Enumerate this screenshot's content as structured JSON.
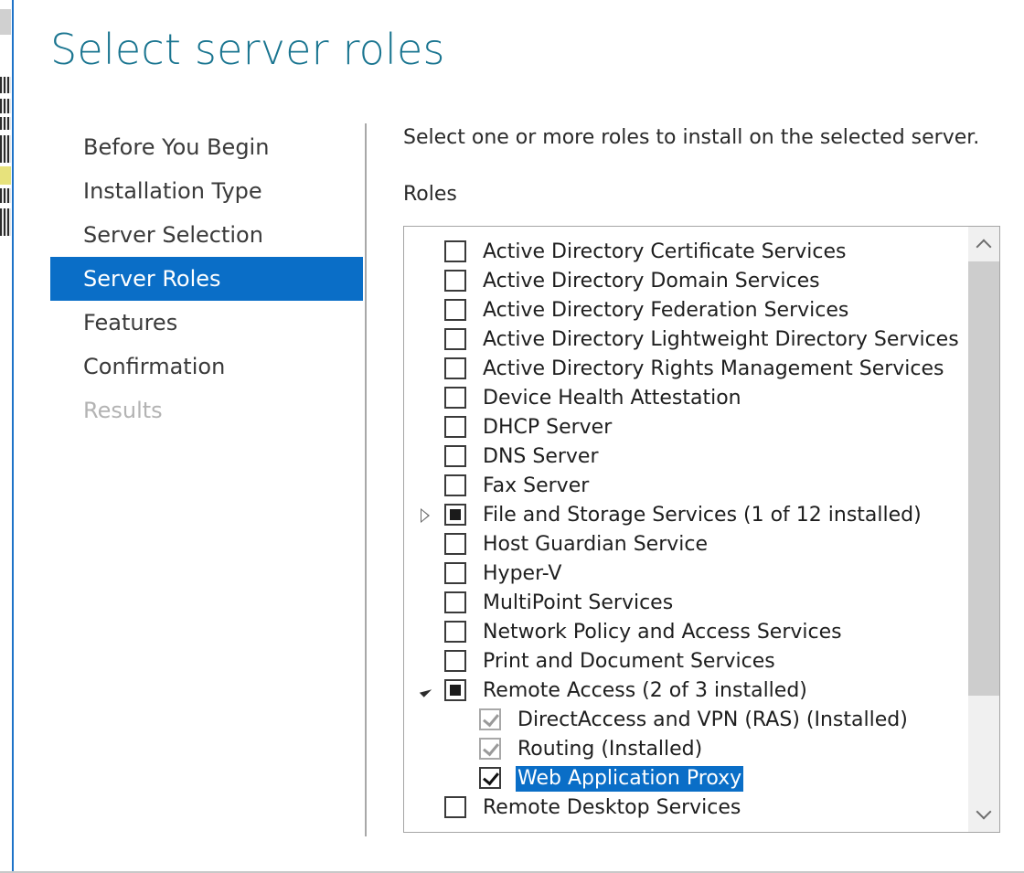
{
  "page": {
    "title": "Select server roles",
    "instruction": "Select one or more roles to install on the selected server.",
    "roles_heading": "Roles"
  },
  "nav": {
    "items": [
      {
        "label": "Before You Begin",
        "state": "normal"
      },
      {
        "label": "Installation Type",
        "state": "normal"
      },
      {
        "label": "Server Selection",
        "state": "normal"
      },
      {
        "label": "Server Roles",
        "state": "active"
      },
      {
        "label": "Features",
        "state": "normal"
      },
      {
        "label": "Confirmation",
        "state": "normal"
      },
      {
        "label": "Results",
        "state": "disabled"
      }
    ]
  },
  "roles": [
    {
      "label": "Active Directory Certificate Services",
      "check": "unchecked",
      "level": 0,
      "expander": "none"
    },
    {
      "label": "Active Directory Domain Services",
      "check": "unchecked",
      "level": 0,
      "expander": "none"
    },
    {
      "label": "Active Directory Federation Services",
      "check": "unchecked",
      "level": 0,
      "expander": "none"
    },
    {
      "label": "Active Directory Lightweight Directory Services",
      "check": "unchecked",
      "level": 0,
      "expander": "none"
    },
    {
      "label": "Active Directory Rights Management Services",
      "check": "unchecked",
      "level": 0,
      "expander": "none"
    },
    {
      "label": "Device Health Attestation",
      "check": "unchecked",
      "level": 0,
      "expander": "none"
    },
    {
      "label": "DHCP Server",
      "check": "unchecked",
      "level": 0,
      "expander": "none"
    },
    {
      "label": "DNS Server",
      "check": "unchecked",
      "level": 0,
      "expander": "none"
    },
    {
      "label": "Fax Server",
      "check": "unchecked",
      "level": 0,
      "expander": "none"
    },
    {
      "label": "File and Storage Services (1 of 12 installed)",
      "check": "partial",
      "level": 0,
      "expander": "collapsed"
    },
    {
      "label": "Host Guardian Service",
      "check": "unchecked",
      "level": 0,
      "expander": "none"
    },
    {
      "label": "Hyper-V",
      "check": "unchecked",
      "level": 0,
      "expander": "none"
    },
    {
      "label": "MultiPoint Services",
      "check": "unchecked",
      "level": 0,
      "expander": "none"
    },
    {
      "label": "Network Policy and Access Services",
      "check": "unchecked",
      "level": 0,
      "expander": "none"
    },
    {
      "label": "Print and Document Services",
      "check": "unchecked",
      "level": 0,
      "expander": "none"
    },
    {
      "label": "Remote Access (2 of 3 installed)",
      "check": "partial",
      "level": 0,
      "expander": "expanded"
    },
    {
      "label": "DirectAccess and VPN (RAS) (Installed)",
      "check": "checked-disabled",
      "level": 1,
      "expander": "none"
    },
    {
      "label": "Routing (Installed)",
      "check": "checked-disabled",
      "level": 1,
      "expander": "none"
    },
    {
      "label": "Web Application Proxy",
      "check": "checked",
      "level": 1,
      "expander": "none",
      "selected": true
    },
    {
      "label": "Remote Desktop Services",
      "check": "unchecked",
      "level": 0,
      "expander": "none"
    }
  ],
  "scroll_position": 0.0,
  "colors": {
    "title": "#1a7590",
    "active_nav": "#0a6ec7",
    "selection": "#0a6ec7",
    "disabled_text": "#b3b3b3"
  }
}
